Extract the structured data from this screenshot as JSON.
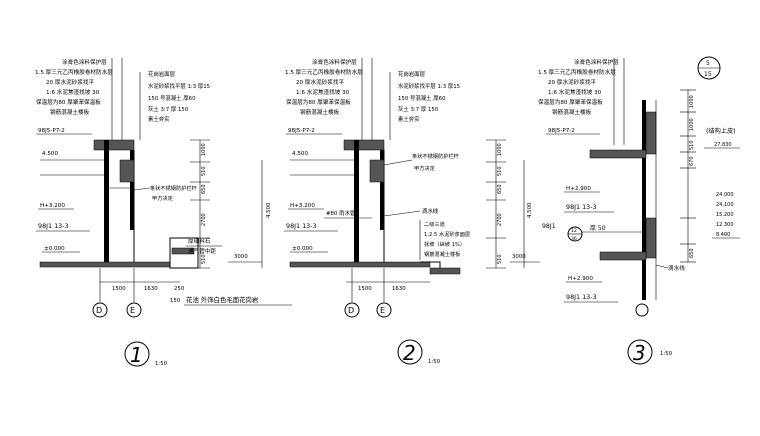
{
  "detail1": {
    "layers": [
      "涂膏色涂料保护层",
      "1.5 厚三元乙丙橡胶卷材防水层",
      "20 厚水泥砂浆找平",
      "1:6 水泥焦渣找坡 30",
      "保温层为80 厚聚苯保温板",
      "钢筋混凝土楼板"
    ],
    "right_layers": [
      "花岗岩面层",
      "水泥砂浆找平层 1:3 厚15",
      "150 号混凝土 厚60",
      "灰土 3:7 厚 150",
      "素土夯实"
    ],
    "ref_top": "98J5-P7-2",
    "elev_top": "4.500",
    "elev_mid": "H+3.200",
    "ref_mid": "98J1 13-3",
    "elev_zero": "±0.000",
    "dims_v": [
      "1000",
      "650",
      "2700",
      "3000",
      "510",
      "510",
      "4,500"
    ],
    "dims_h": [
      "1500",
      "1630",
      "250",
      "150"
    ],
    "axis_left": "D",
    "axis_right": "E",
    "note_rail": "条状不锈钢防护栏杆",
    "note_rail2": "甲方决定",
    "note_stone": "厚细料石",
    "note_vent": "通气管中距",
    "note_bottom": "花池 外饰白色毛面花岗岩",
    "number": "1",
    "scale": "1:50"
  },
  "detail2": {
    "layers": [
      "涂膏色涂料保护层",
      "1.5 厚三元乙丙橡胶卷材防水层",
      "20 厚水泥砂浆找平",
      "1:6 水泥焦渣找坡 30",
      "保温层为80 厚聚苯保温板",
      "钢筋混凝土楼板"
    ],
    "right_layers": [
      "花岗岩面层",
      "水泥砂浆找平层 1:3 厚15",
      "150 号混凝土 厚60",
      "灰土 3:7 厚 150",
      "素土夯实"
    ],
    "ref_top": "98J5-P7-2",
    "elev_top": "4.500",
    "elev_mid": "H+3.200",
    "ref_mid": "98J1 13-3",
    "elev_zero": "±0.000",
    "dims_v": [
      "1000",
      "650",
      "2700",
      "3000",
      "510",
      "510",
      "4,500"
    ],
    "dims_h": [
      "1500",
      "1630"
    ],
    "axis_left": "D",
    "axis_right": "E",
    "note_rail": "条状不锈钢防护栏杆",
    "note_rail2": "甲方决定",
    "note_drip": "滴水线",
    "note_pipe": "#80 雨水管",
    "note_layers": [
      "二级三道",
      "1:2.5 水泥砂浆面层",
      "找坡（纵坡 1%）",
      "钢筋混凝土楼板"
    ],
    "number": "2",
    "scale": "1:50"
  },
  "detail3": {
    "layers": [
      "涂膏色涂料保护层",
      "1.5 厚三元乙丙橡胶卷材防水层",
      "20 厚水泥砂浆找平",
      "1:6 水泥焦渣找坡 30",
      "保温层为80 厚聚苯保温板",
      "钢筋混凝土楼板"
    ],
    "ref_top": "98J5-P7-2",
    "elev_mid": "H+2.900",
    "ref_mid": "98J1 13-3",
    "ref_low": "98J1",
    "circle_top": "5",
    "circle_bot": "15",
    "circle2_top": "12",
    "circle2_bot": "36",
    "note_thick": "厚 50",
    "note_drip": "滴水线",
    "elev_struct": "(结构上皮)",
    "elevs": [
      "27.830",
      "24.000",
      "24.100",
      "15.200",
      "12.300",
      "8.400"
    ],
    "dims_v": [
      "1000",
      "1000",
      "510",
      "670",
      "650"
    ],
    "elev_bot": "H+2.900",
    "ref_bot": "98J1 13-3",
    "number": "3",
    "scale": "1:50"
  }
}
